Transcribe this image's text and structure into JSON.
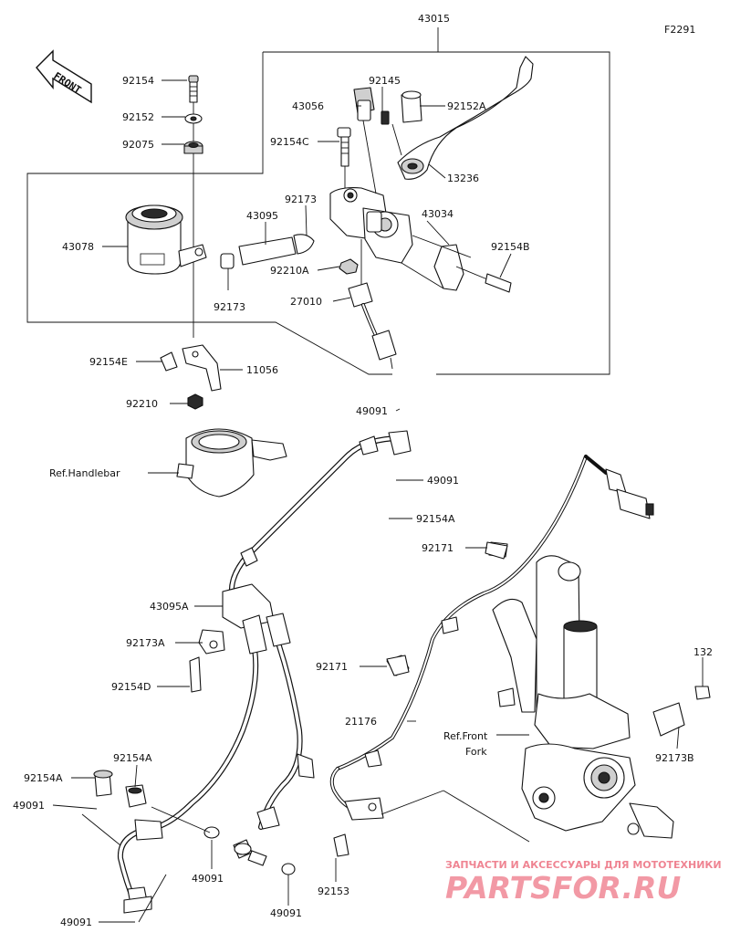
{
  "diagram_code": "F2291",
  "front_label": "FRONT",
  "watermark": {
    "tagline": "ЗАПЧАСТИ И АКСЕССУАРЫ ДЛЯ МОТОТЕХНИКИ",
    "brand": "PARTSFOR.RU",
    "accent_color": "#e3203a"
  },
  "labels": {
    "p43015": "43015",
    "p92154": "92154",
    "p92152": "92152",
    "p92075": "92075",
    "p92145": "92145",
    "p43056": "43056",
    "p92152A": "92152A",
    "p92154C": "92154C",
    "p13236": "13236",
    "p43095": "43095",
    "p92173": "92173",
    "p43034": "43034",
    "p43078": "43078",
    "p92154B": "92154B",
    "p92210A": "92210A",
    "p92173b": "92173",
    "p27010": "27010",
    "p92154E": "92154E",
    "p11056": "11056",
    "p92210": "92210",
    "p49091a": "49091",
    "refHandlebar": "Ref.Handlebar",
    "p49091b": "49091",
    "p92154A1": "92154A",
    "p92171a": "92171",
    "p43095A": "43095A",
    "p92173A": "92173A",
    "p92171b": "92171",
    "p92154D": "92154D",
    "p132": "132",
    "p21176": "21176",
    "refFrontFork1": "Ref.Front",
    "refFrontFork2": "Fork",
    "p92173B": "92173B",
    "p92154A2": "92154A",
    "p92154A3": "92154A",
    "p49091c": "49091",
    "p49091d": "49091",
    "p49091e": "49091",
    "p92153": "92153",
    "p49091f": "49091"
  }
}
